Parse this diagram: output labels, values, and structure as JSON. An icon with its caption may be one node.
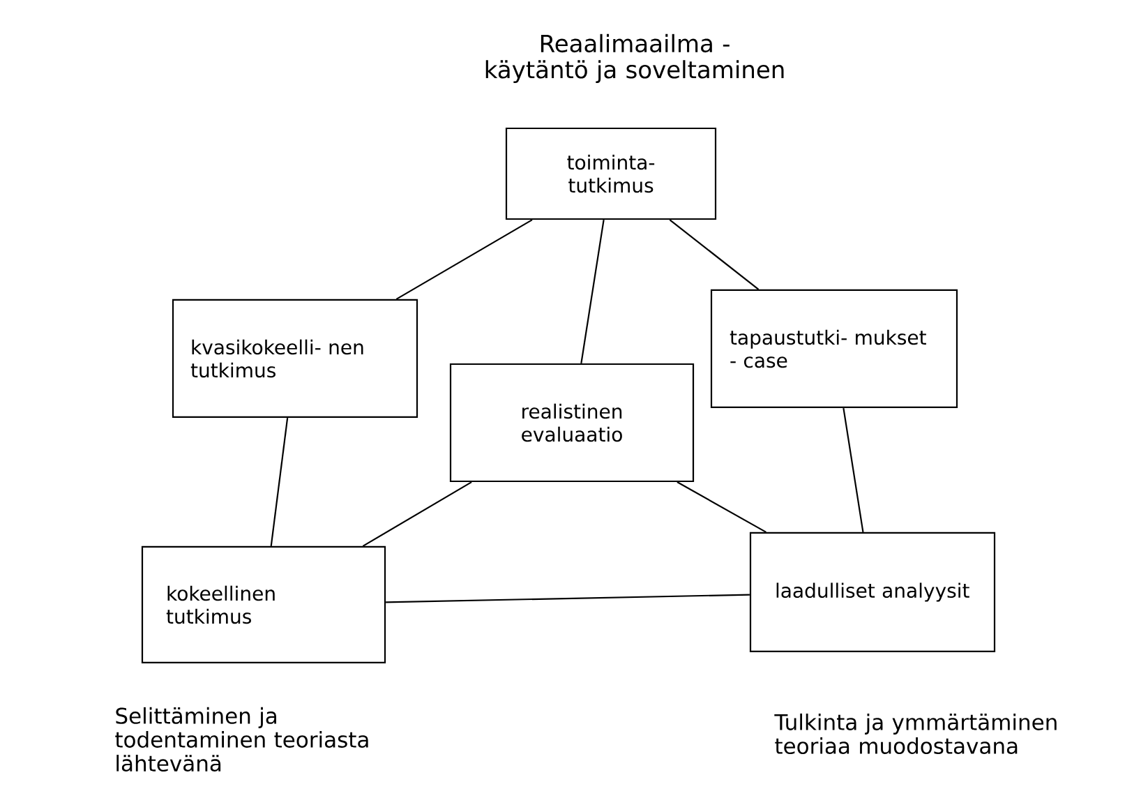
{
  "diagram": {
    "nodes": [
      {
        "text": [
          "toiminta- tutkimus"
        ]
      },
      {
        "text": [
          "kvasikokeelli- nen tutkimus"
        ]
      },
      {
        "text": [
          "tapaustutki- mukset - case"
        ]
      },
      {
        "text": [
          "realistinen evaluaatio"
        ]
      },
      {
        "text": [
          "kokeellinen tutkimus"
        ]
      },
      {
        "text": [
          "laadulliset analyysit"
        ]
      }
    ],
    "edges": [
      {
        "from": 0,
        "to": 1,
        "arrow": "none"
      },
      {
        "from": 0,
        "to": 3,
        "arrow": "none"
      },
      {
        "from": 0,
        "to": 2,
        "arrow": "none"
      },
      {
        "from": 1,
        "to": 4,
        "arrow": "none"
      },
      {
        "from": 2,
        "to": 5,
        "arrow": "none"
      },
      {
        "from": 3,
        "to": 4,
        "arrow": "none"
      },
      {
        "from": 3,
        "to": 5,
        "arrow": "none"
      },
      {
        "from": 4,
        "to": 5,
        "arrow": "none"
      }
    ],
    "labels": [
      "Reaalimaailma - käytäntö ja soveltaminen",
      "Selittäminen ja todentaminen teoriasta lähtevänä",
      "Tulkinta ja ymmärtäminen teoriaa muodostavana"
    ]
  }
}
